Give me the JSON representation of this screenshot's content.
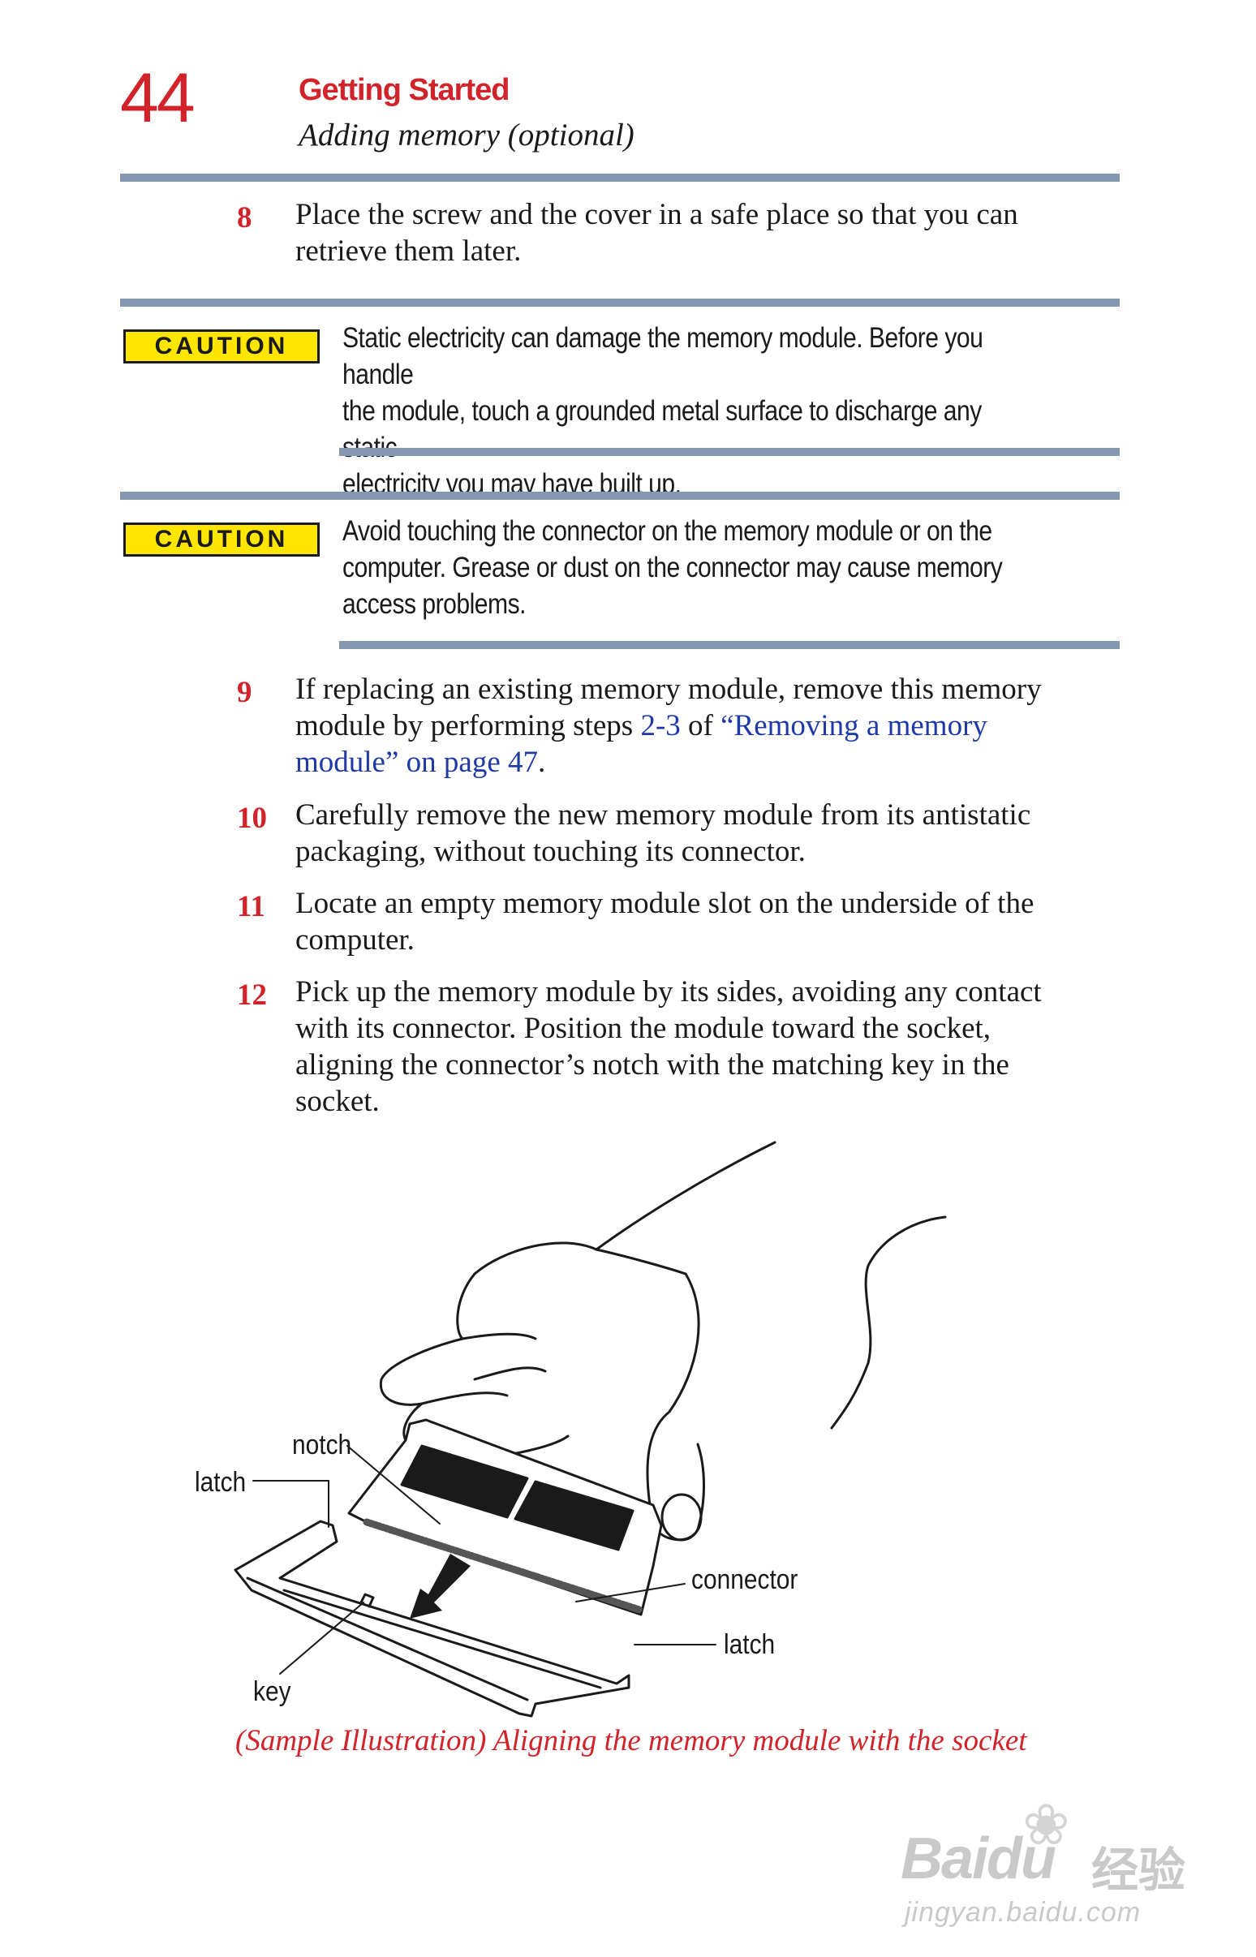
{
  "header": {
    "page_number": "44",
    "chapter": "Getting Started",
    "section": "Adding memory (optional)"
  },
  "steps": {
    "s8": {
      "number": "8",
      "line1": "Place the screw and the cover in a safe place so that you can",
      "line2": "retrieve them later."
    },
    "s9": {
      "number": "9",
      "line1": "If replacing an existing memory module, remove this memory",
      "line2_pre": "module by performing steps ",
      "line2_link1": "2-3",
      "line2_mid": " of ",
      "line2_link2": "“Removing a memory",
      "line3_link": "module” on page 47",
      "line3_post": "."
    },
    "s10": {
      "number": "10",
      "line1": "Carefully remove the new memory module from its antistatic",
      "line2": "packaging, without touching its connector."
    },
    "s11": {
      "number": "11",
      "line1": "Locate an empty memory module slot on the underside of the",
      "line2": "computer."
    },
    "s12": {
      "number": "12",
      "line1": "Pick up the memory module by its sides, avoiding any contact",
      "line2": "with its connector. Position the module toward the socket,",
      "line3": "aligning the connector’s notch with the matching key in the",
      "line4": "socket."
    }
  },
  "cautions": {
    "c1": {
      "badge": "CAUTION",
      "line1": "Static electricity can damage the memory module. Before you handle",
      "line2": "the module, touch a grounded metal surface to discharge any static",
      "line3": "electricity you may have built up."
    },
    "c2": {
      "badge": "CAUTION",
      "line1": "Avoid touching the connector on the memory module or on the",
      "line2": "computer. Grease or dust on the connector may cause memory",
      "line3": "access problems."
    }
  },
  "figure": {
    "labels": {
      "notch": "notch",
      "latch_left": "latch",
      "connector": "connector",
      "latch_right": "latch",
      "key": "key"
    },
    "caption": "(Sample Illustration) Aligning the memory module with the socket"
  },
  "watermark": {
    "brand": "Bai",
    "brand2": "du",
    "cn": "经验",
    "url": "jingyan.baidu.com"
  },
  "colors": {
    "accent_red": "#d2232a",
    "rule_blue": "#8499b1",
    "link_blue": "#1f3aa6",
    "caution_yellow": "#ffe600"
  }
}
